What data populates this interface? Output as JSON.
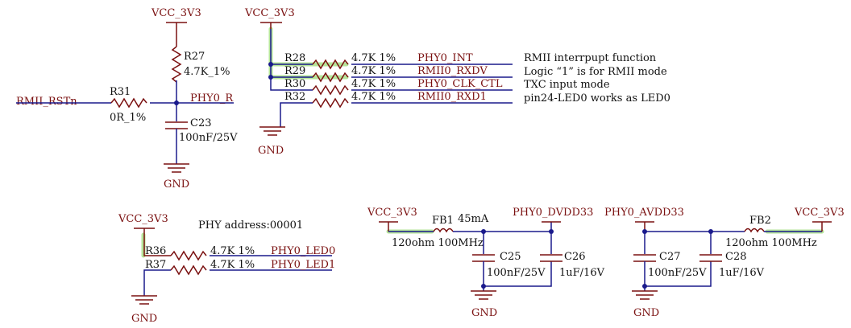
{
  "power": {
    "vcc_rst": "VCC_3V3",
    "vcc_strap": "VCC_3V3",
    "vcc_led": "VCC_3V3",
    "vcc_fb1": "VCC_3V3",
    "vcc_fb2": "VCC_3V3",
    "gnd_rst": "GND",
    "gnd_strap": "GND",
    "gnd_led": "GND",
    "gnd_dvdd": "GND",
    "gnd_avdd": "GND"
  },
  "reset": {
    "net_in": "RMII_RSTn",
    "net_out": "PHY0_R",
    "r31": {
      "ref": "R31",
      "value": "0R_1%"
    },
    "r27": {
      "ref": "R27",
      "value": "4.7K_1%"
    },
    "c23": {
      "ref": "C23",
      "value": "100nF/25V"
    }
  },
  "straps": [
    {
      "ref": "R28",
      "value": "4.7K  1%",
      "net": "PHY0_INT",
      "note": "RMII interrpupt function"
    },
    {
      "ref": "R29",
      "value": "4.7K  1%",
      "net": "RMII0_RXDV",
      "note": "Logic “1” is for RMII mode"
    },
    {
      "ref": "R30",
      "value": "4.7K  1%",
      "net": "PHY0_CLK_CTL",
      "note": "TXC  input mode"
    },
    {
      "ref": "R32",
      "value": "4.7K  1%",
      "net": "RMII0_RXD1",
      "note": "pin24-LED0 works as LED0"
    }
  ],
  "phy_address": "PHY address:00001",
  "leds": [
    {
      "ref": "R36",
      "value": "4.7K  1%",
      "net": "PHY0_LED0"
    },
    {
      "ref": "R37",
      "value": "4.7K  1%",
      "net": "PHY0_LED1"
    }
  ],
  "dvdd": {
    "fb": {
      "ref": "FB1",
      "value": "120ohm 100MHz"
    },
    "current": "45mA",
    "net": "PHY0_DVDD33",
    "c25": {
      "ref": "C25",
      "value": "100nF/25V"
    },
    "c26": {
      "ref": "C26",
      "value": "1uF/16V"
    }
  },
  "avdd": {
    "net": "PHY0_AVDD33",
    "fb": {
      "ref": "FB2",
      "value": "120ohm 100MHz"
    },
    "c27": {
      "ref": "C27",
      "value": "100nF/25V"
    },
    "c28": {
      "ref": "C28",
      "value": "1uF/16V"
    }
  },
  "colors": {
    "wire": "#1a1a8c",
    "part": "#7a1010",
    "highlight": "#b6e59a"
  }
}
